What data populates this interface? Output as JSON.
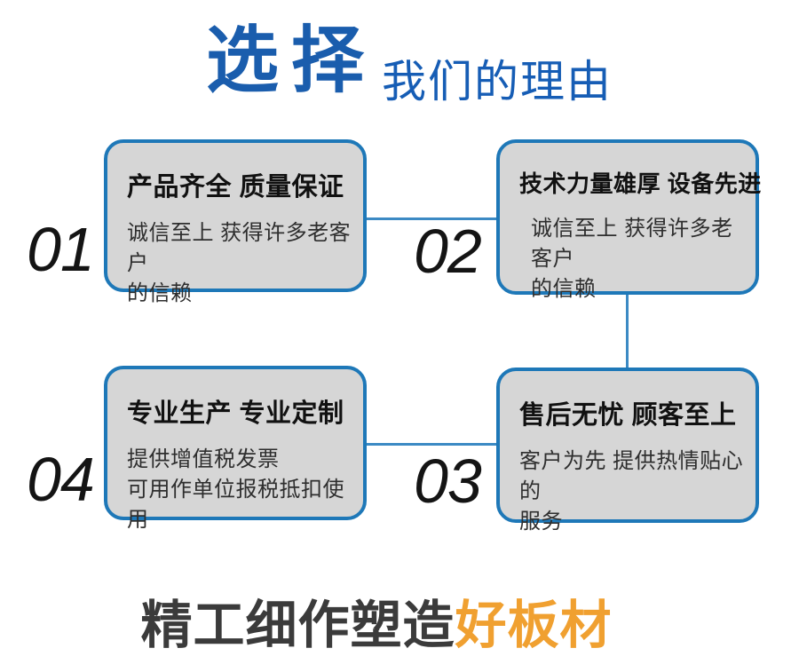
{
  "header": {
    "title": "选择",
    "subtitle": "我们的理由"
  },
  "reasons": [
    {
      "number": "01",
      "title": "产品齐全 质量保证",
      "body": "诚信至上 获得许多老客户\n的信赖"
    },
    {
      "number": "02",
      "title": "技术力量雄厚 设备先进",
      "body": "诚信至上 获得许多老客户\n的信赖"
    },
    {
      "number": "03",
      "title": "售后无忧 顾客至上",
      "body": "客户为先 提供热情贴心的\n服务"
    },
    {
      "number": "04",
      "title": "专业生产 专业定制",
      "body": "提供增值税发票\n可用作单位报税抵扣使用"
    }
  ],
  "tagline": {
    "prefix": "精工细作塑造",
    "highlight": "好板材"
  },
  "colors": {
    "title_blue": "#1A5DAD",
    "subtitle_blue": "#165DB5",
    "box_border_blue": "#1E78B8",
    "connector_blue": "#3C8AC4",
    "box_fill_gray": "#D6D6D6",
    "number_black": "#141414",
    "tagline_dark": "#3B3B3B",
    "tagline_orange": "#F0A030"
  }
}
